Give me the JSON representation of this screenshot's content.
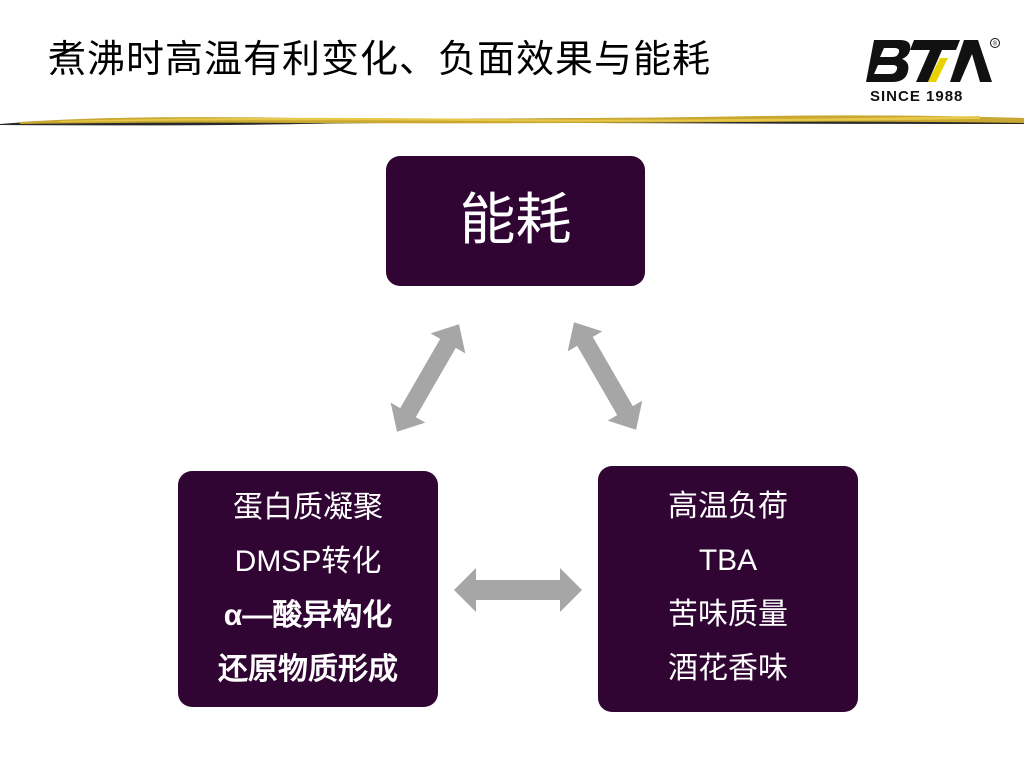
{
  "slide": {
    "title": "煮沸时高温有利变化、负面效果与能耗"
  },
  "logo": {
    "brand": "BTA",
    "registered_mark": "®",
    "since": "SINCE 1988"
  },
  "diagram": {
    "top_box": {
      "label": "能耗"
    },
    "left_box": {
      "lines": [
        "蛋白质凝聚",
        "DMSP转化",
        "α—酸异构化",
        "还原物质形成"
      ]
    },
    "right_box": {
      "lines": [
        "高温负荷",
        "TBA",
        "苦味质量",
        "酒花香味"
      ]
    }
  },
  "colors": {
    "box_fill": "#300533",
    "box_text": "#ffffff",
    "arrow": "#a6a6a6",
    "divider_gold": "#c8a830",
    "logo_accent": "#e8d200"
  }
}
